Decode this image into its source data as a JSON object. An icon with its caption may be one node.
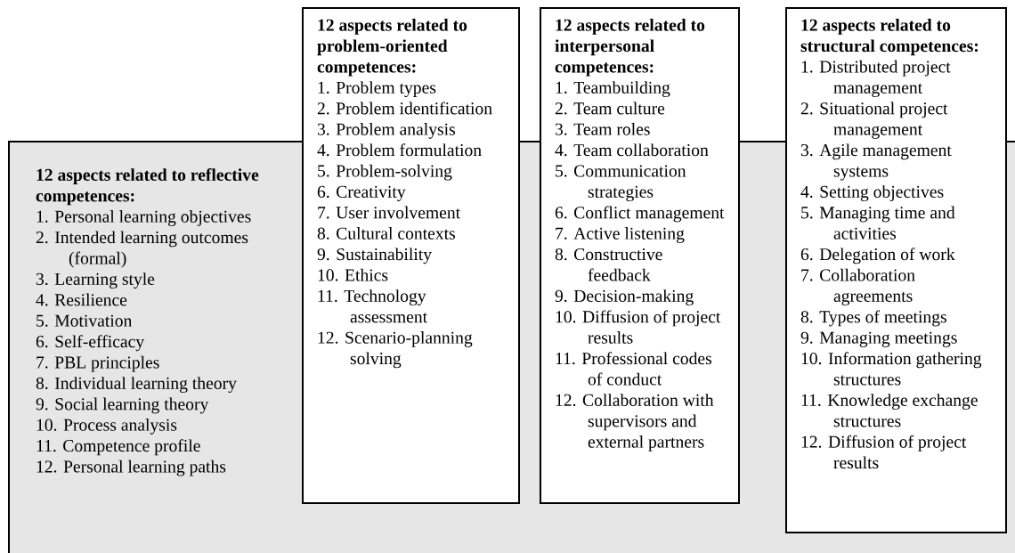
{
  "diagram": {
    "nodes": [
      {
        "text": [
          "12 aspects related to reflective competences:",
          "1. Personal learning objectives",
          "2. Intended learning outcomes (formal)",
          "3. Learning style",
          "4. Resilience",
          "5. Motivation",
          "6. Self-efficacy",
          "7. PBL principles",
          "8. Individual learning theory",
          "9. Social learning theory",
          "10. Process analysis",
          "11. Competence profile",
          "12. Personal learning paths"
        ]
      },
      {
        "text": [
          "12 aspects related to problem-oriented competences:",
          "1. Problem types",
          "2. Problem identification",
          "3. Problem analysis",
          "4. Problem formulation",
          "5. Problem-solving",
          "6. Creativity",
          "7. User involvement",
          "8. Cultural contexts",
          "9. Sustainability",
          "10. Ethics",
          "11. Technology assessment",
          "12. Scenario-planning solving"
        ]
      },
      {
        "text": [
          "12 aspects related to interpersonal competences:",
          "1. Teambuilding",
          "2. Team culture",
          "3. Team roles",
          "4. Team collaboration",
          "5. Communication strategies",
          "6. Conflict management",
          "7. Active listening",
          "8. Constructive feedback",
          "9. Decision-making",
          "10. Diffusion of project results",
          "11. Professional codes of conduct",
          "12. Collaboration with supervisors and external partners"
        ]
      },
      {
        "text": [
          "12 aspects related to structural competences:",
          "1. Distributed project management",
          "2. Situational project management",
          "3. Agile management systems",
          "4. Setting objectives",
          "5. Managing time and activities",
          "6. Delegation of work",
          "7. Collaboration agreements",
          "8. Types of meetings",
          "9. Managing meetings",
          "10. Information gathering structures",
          "11. Knowledge exchange structures",
          "12. Diffusion of project results"
        ]
      }
    ]
  }
}
